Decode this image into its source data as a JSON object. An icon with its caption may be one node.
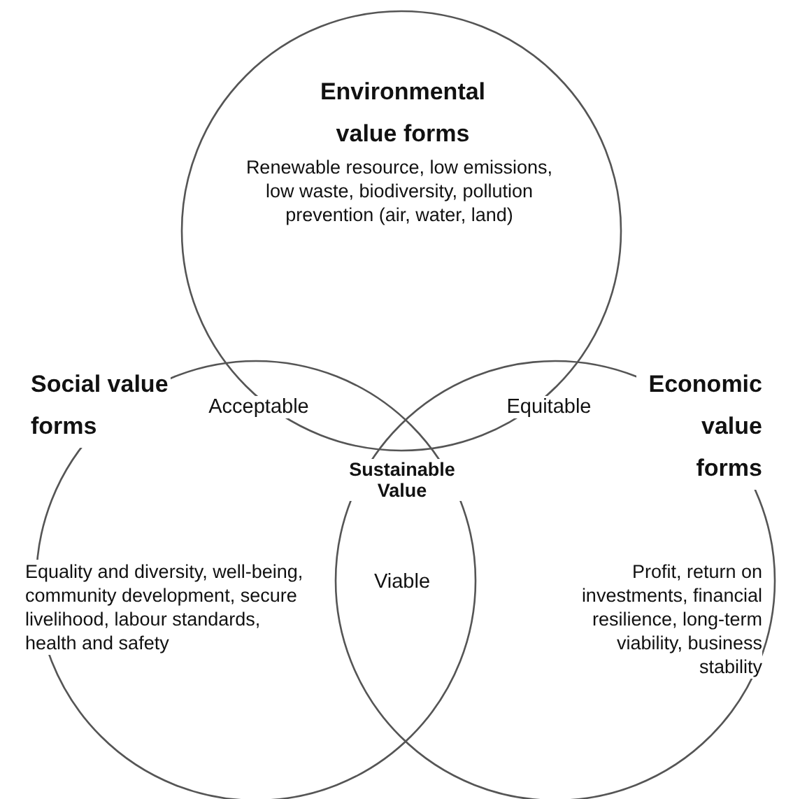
{
  "diagram": {
    "nodes": [
      {
        "text": [
          "Environmental value forms",
          "Renewable resource, low emissions, low waste, biodiversity, pollution prevention (air, water, land)"
        ]
      },
      {
        "text": [
          "Social value forms",
          "Equality and diversity, well-being, community development, secure livelihood, labour standards, health and safety"
        ]
      },
      {
        "text": [
          "Economic value forms",
          "Profit, return on investments, financial resilience, long-term viability, business stability"
        ]
      }
    ],
    "labels": [
      "Acceptable",
      "Equitable",
      "Sustainable Value",
      "Viable"
    ]
  }
}
